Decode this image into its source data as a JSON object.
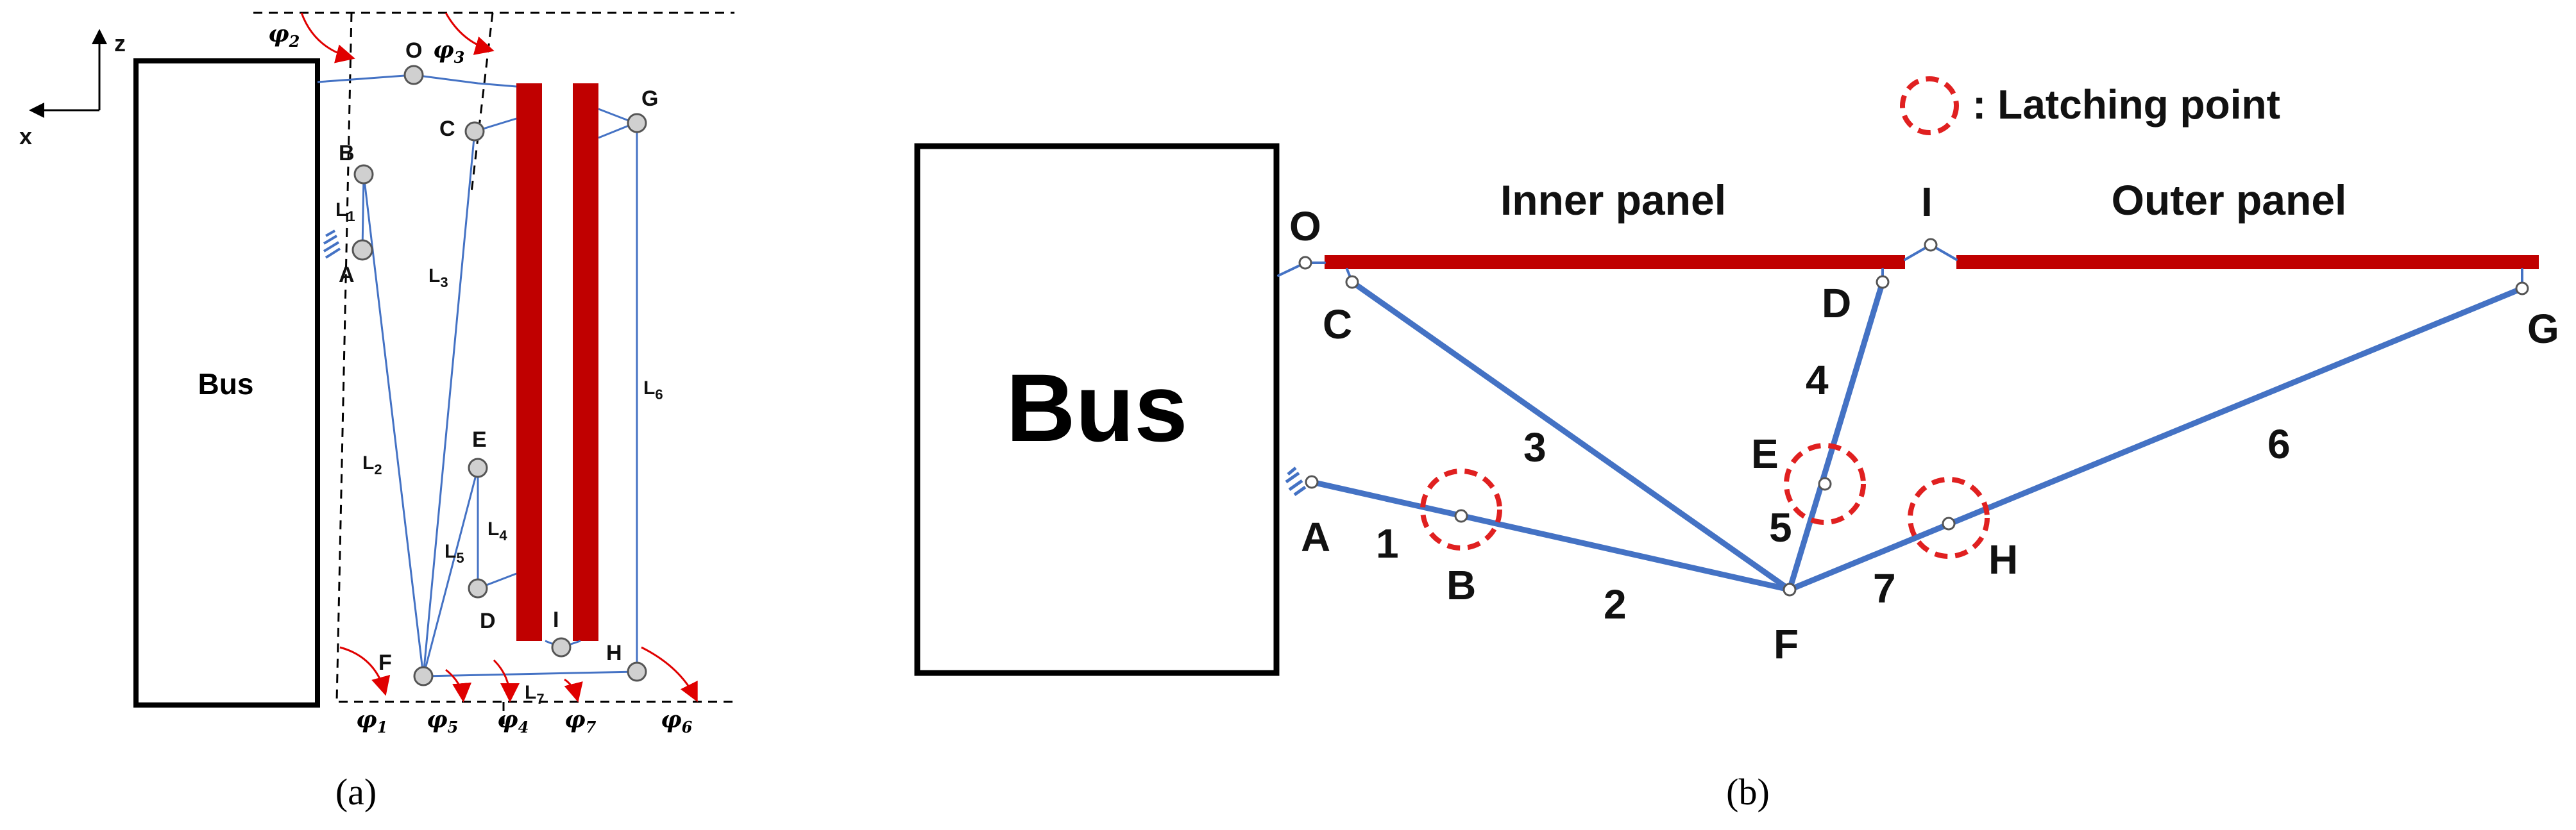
{
  "panel_a": {
    "caption": "(a)",
    "bus_label": "Bus",
    "axes": {
      "z": "z",
      "x": "x"
    },
    "points": {
      "O": "O",
      "A": "A",
      "B": "B",
      "C": "C",
      "D": "D",
      "E": "E",
      "F": "F",
      "G": "G",
      "H": "H",
      "I": "I"
    },
    "links": [
      {
        "id": "L1",
        "base": "L",
        "sub": "1"
      },
      {
        "id": "L2",
        "base": "L",
        "sub": "2"
      },
      {
        "id": "L3",
        "base": "L",
        "sub": "3"
      },
      {
        "id": "L4",
        "base": "L",
        "sub": "4"
      },
      {
        "id": "L5",
        "base": "L",
        "sub": "5"
      },
      {
        "id": "L6",
        "base": "L",
        "sub": "6"
      },
      {
        "id": "L7",
        "base": "L",
        "sub": "7"
      }
    ],
    "angles": [
      {
        "id": "phi1",
        "base": "φ",
        "sub": "1"
      },
      {
        "id": "phi2",
        "base": "φ",
        "sub": "2"
      },
      {
        "id": "phi3",
        "base": "φ",
        "sub": "3"
      },
      {
        "id": "phi4",
        "base": "φ",
        "sub": "4"
      },
      {
        "id": "phi5",
        "base": "φ",
        "sub": "5"
      },
      {
        "id": "phi6",
        "base": "φ",
        "sub": "6"
      },
      {
        "id": "phi7",
        "base": "φ",
        "sub": "7"
      }
    ]
  },
  "panel_b": {
    "caption": "(b)",
    "bus_label": "Bus",
    "inner_panel": "Inner panel",
    "outer_panel": "Outer panel",
    "legend": ": Latching point",
    "points": {
      "O": "O",
      "A": "A",
      "B": "B",
      "C": "C",
      "D": "D",
      "E": "E",
      "F": "F",
      "G": "G",
      "H": "H",
      "I": "I"
    },
    "link_numbers": [
      "1",
      "2",
      "3",
      "4",
      "5",
      "6",
      "7"
    ]
  },
  "colors": {
    "link": "#4472c4",
    "panel": "#c00000",
    "latch": "#e02020",
    "angle_arrow": "#e00000",
    "joint_fill": "#d0d0d0"
  }
}
